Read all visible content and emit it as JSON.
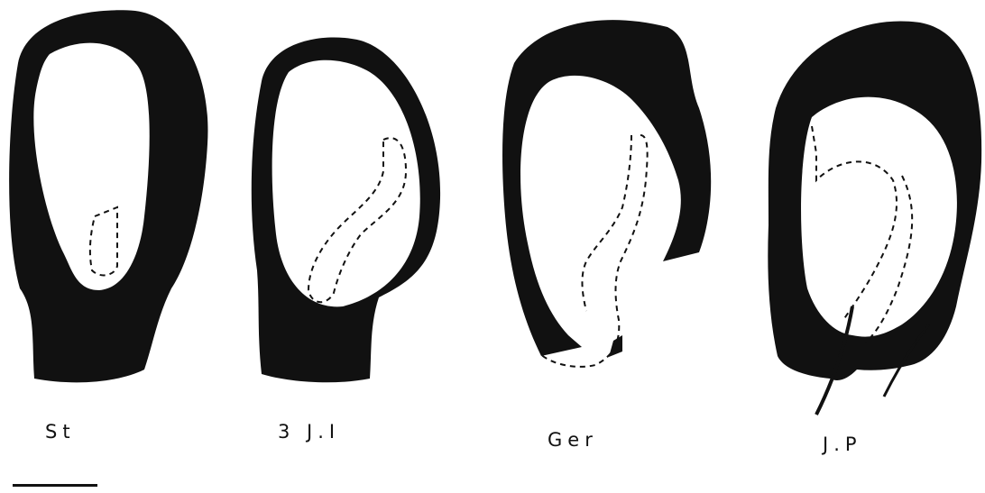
{
  "figure": {
    "panels": [
      {
        "id": "st",
        "label": "St"
      },
      {
        "id": "3ji",
        "label": "3 J.I"
      },
      {
        "id": "ger",
        "label": "Ger"
      },
      {
        "id": "jp",
        "label": "J.P"
      }
    ]
  },
  "colors": {
    "ink": "#111111",
    "background": "#ffffff"
  }
}
